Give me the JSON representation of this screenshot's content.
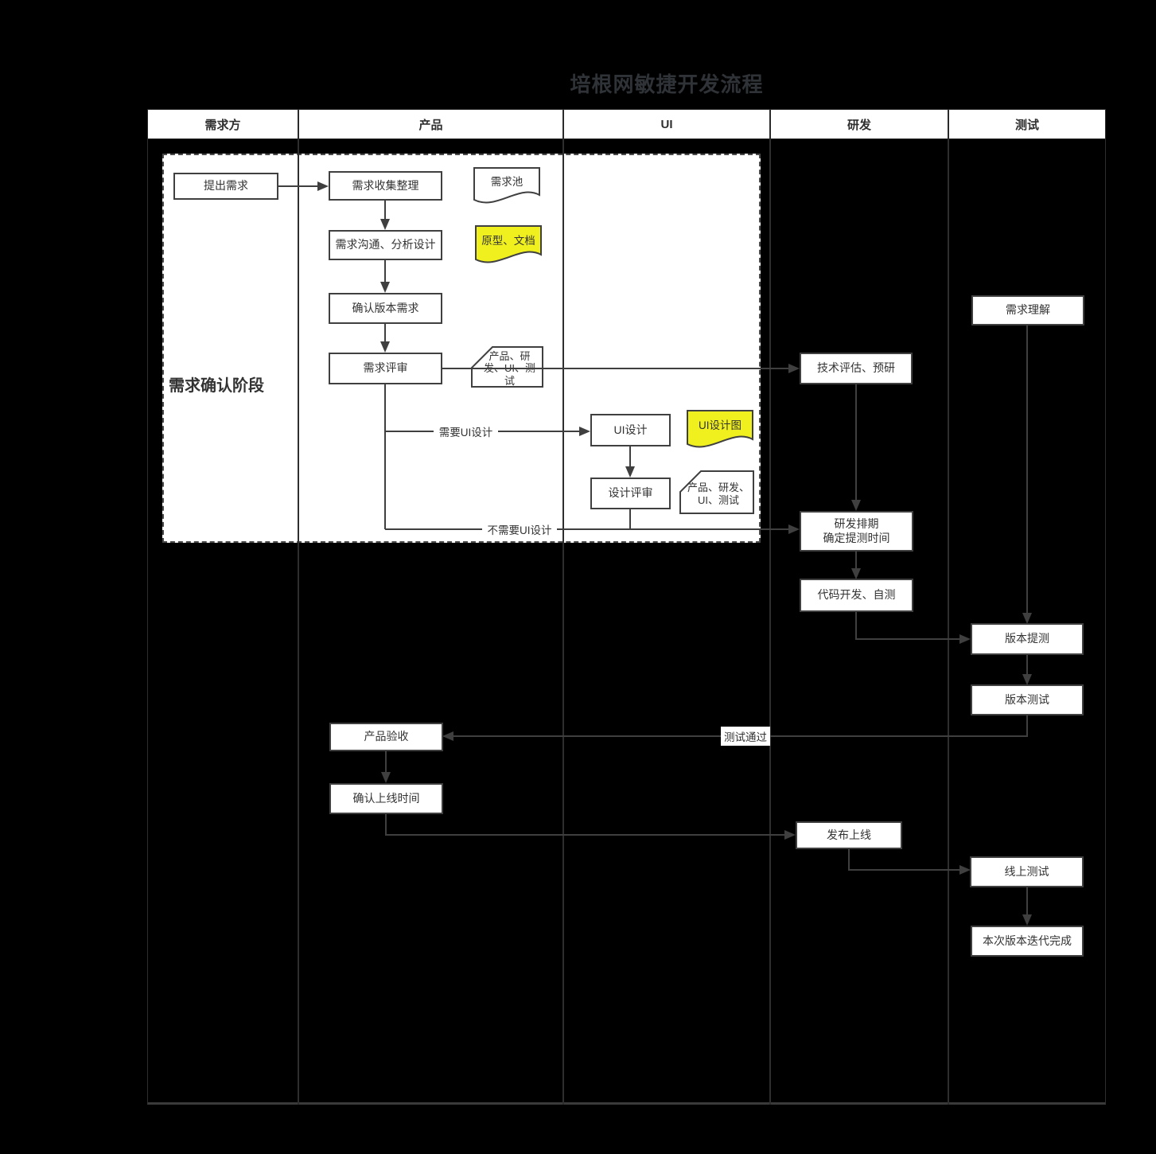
{
  "title": "培根网敏捷开发流程",
  "lanes": [
    {
      "label": "需求方"
    },
    {
      "label": "产品"
    },
    {
      "label": "UI"
    },
    {
      "label": "研发"
    },
    {
      "label": "测试"
    }
  ],
  "phase": {
    "label": "需求确认阶段"
  },
  "nodes": [
    {
      "label": "提出需求"
    },
    {
      "label": "需求收集整理"
    },
    {
      "label": "需求沟通、分析设计"
    },
    {
      "label": "确认版本需求"
    },
    {
      "label": "需求评审"
    },
    {
      "label": "UI设计"
    },
    {
      "label": "设计评审"
    },
    {
      "label": "技术评估、预研"
    },
    {
      "label": "研发排期\n确定提测时间"
    },
    {
      "label": "代码开发、自测"
    },
    {
      "label": "需求理解"
    },
    {
      "label": "版本提测"
    },
    {
      "label": "版本测试"
    },
    {
      "label": "产品验收"
    },
    {
      "label": "确认上线时间"
    },
    {
      "label": "发布上线"
    },
    {
      "label": "线上测试"
    },
    {
      "label": "本次版本迭代完成"
    }
  ],
  "documents": [
    {
      "label": "需求池",
      "fill": "#ffffff"
    },
    {
      "label": "原型、文档",
      "fill": "#f0f01e"
    },
    {
      "label": "UI设计图",
      "fill": "#f0f01e"
    }
  ],
  "cards": [
    {
      "label": "产品、研发、UI、测试"
    },
    {
      "label": "产品、研发、UI、测试"
    }
  ],
  "edge_labels": [
    {
      "label": "需要UI设计"
    },
    {
      "label": "不需要UI设计"
    },
    {
      "label": "测试通过"
    }
  ],
  "colors": {
    "background": "#000000",
    "highlight_yellow": "#f0f01e",
    "node_border": "#404040",
    "connector": "#3f3f3f",
    "lane_line": "#2e2e2e"
  }
}
